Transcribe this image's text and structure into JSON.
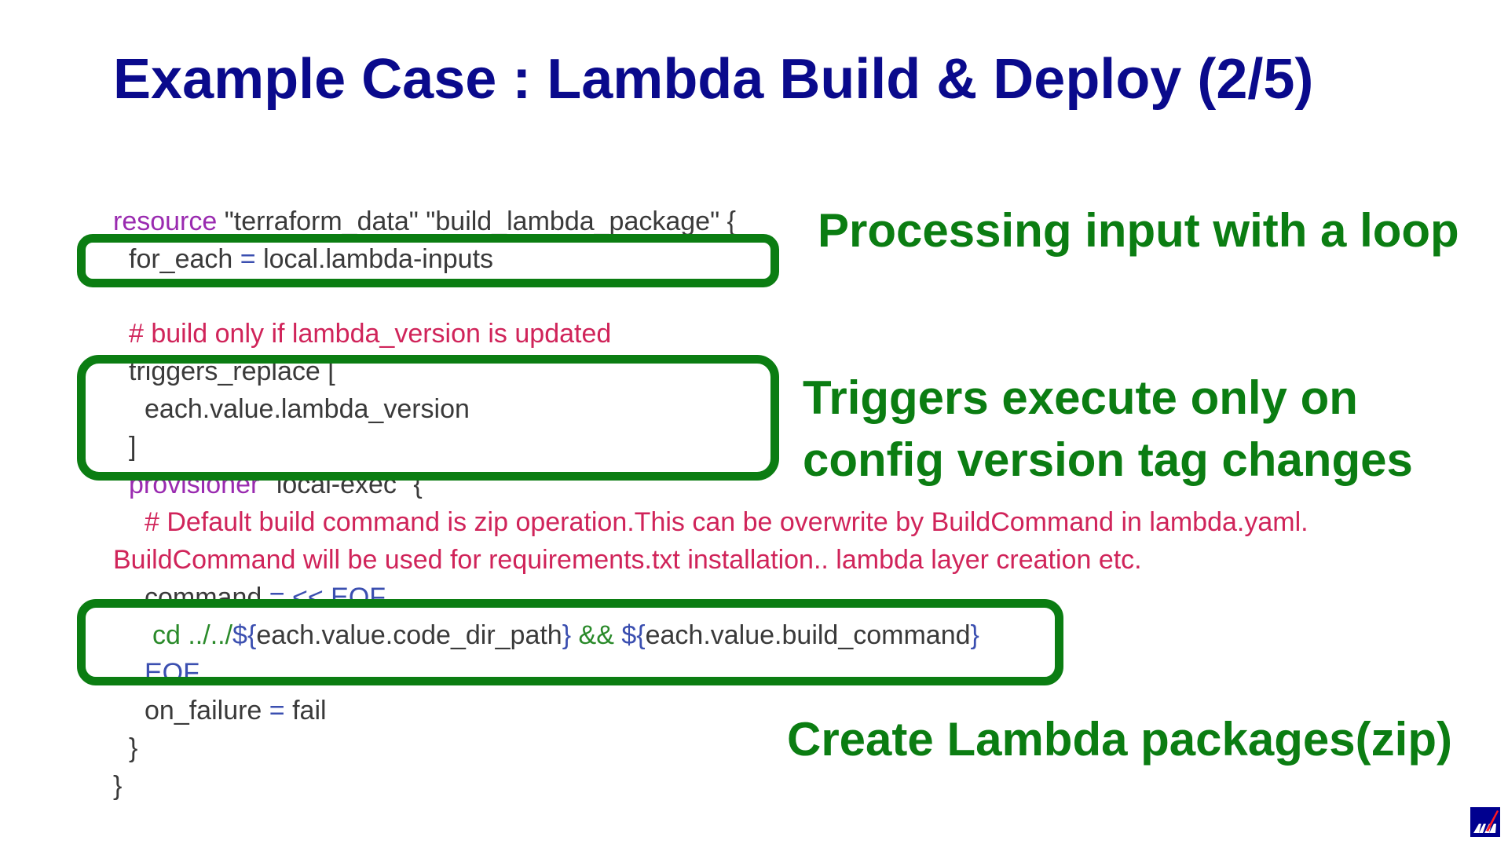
{
  "title": "Example Case : Lambda Build & Deploy (2/5)",
  "code": {
    "l1_kw": "resource",
    "l1_rest": " \"terraform_data\" \"build_lambda_package\" {",
    "l2_a": "for_each",
    "l2_op": " = ",
    "l2_b": "local.lambda-inputs",
    "l3_comment": "# build only if lambda_version is updated",
    "l4": "triggers_replace [",
    "l5": "each.value.lambda_version",
    "l6": "]",
    "l7_kw": "provisioner",
    "l7_rest": " \"local-exec\" {",
    "l8_comment": "# Default build command is zip operation.This can be overwrite by BuildCommand in lambda.yaml.",
    "l9_comment": "BuildCommand will be used for requirements.txt installation.. lambda layer creation etc.",
    "l10_a": "command",
    "l10_op": "     = << EOF",
    "l11_cd": "cd ../../",
    "l11_d1": "${",
    "l11_p1": "each.value.code_dir_path",
    "l11_c1": "}",
    "l11_and": " && ",
    "l11_d2": "${",
    "l11_p2": "each.value.build_command",
    "l11_c2": "}",
    "l12": "EOF",
    "l13_a": "on_failure",
    "l13_op": " = ",
    "l13_b": "fail",
    "l14": "}",
    "l15": "}"
  },
  "callouts": {
    "loop": "Processing input with a loop",
    "triggers_line1": "Triggers execute only on",
    "triggers_line2": "config version tag changes",
    "create": "Create Lambda packages(zip)"
  },
  "colors": {
    "title": "#0a0a8c",
    "highlight": "#0b7d12",
    "keyword": "#9a2bb0",
    "comment": "#d0245a",
    "operator": "#3b4fb0"
  },
  "logo": "axa-logo"
}
